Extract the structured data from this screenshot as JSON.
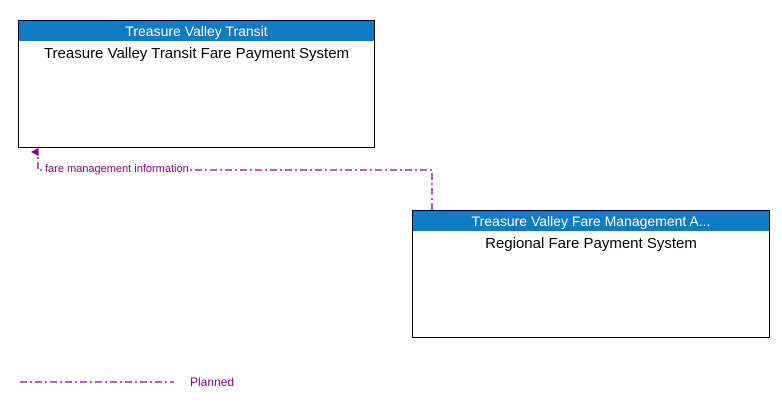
{
  "diagram": {
    "background_color": "#ffffff",
    "boxes": [
      {
        "id": "transit",
        "header": "Treasure Valley Transit",
        "body": "Treasure Valley Transit Fare Payment System",
        "header_color": "#0d7cc4",
        "header_text_color": "#ffffff",
        "border_color": "#000000"
      },
      {
        "id": "fare",
        "header": "Treasure Valley Fare Management A...",
        "body": "Regional Fare Payment System",
        "header_color": "#0d7cc4",
        "header_text_color": "#ffffff",
        "border_color": "#000000"
      }
    ],
    "flows": [
      {
        "id": "fare-management-information",
        "label": "fare management information",
        "color": "#8b008b",
        "style": "dash-dot",
        "direction": "fare-to-transit",
        "arrow_at": "transit"
      }
    ],
    "legend": {
      "items": [
        {
          "label": "Planned",
          "color": "#8b008b",
          "style": "dash-dot"
        }
      ]
    }
  }
}
